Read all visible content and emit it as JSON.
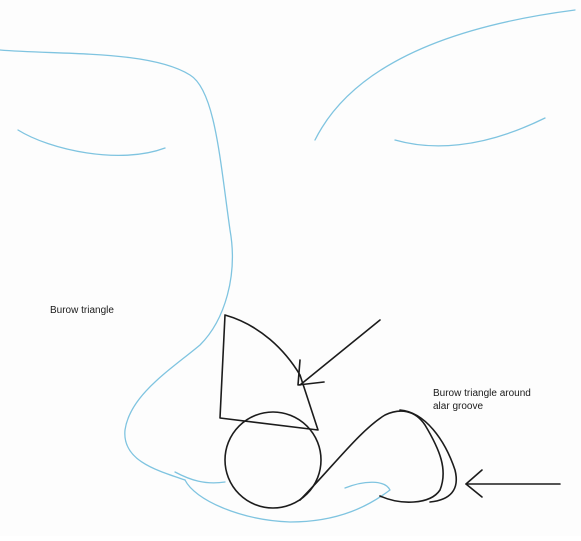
{
  "labels": {
    "burow_triangle": "Burow triangle",
    "burow_triangle_alar_line1": "Burow triangle around",
    "burow_triangle_alar_line2": "alar groove"
  }
}
